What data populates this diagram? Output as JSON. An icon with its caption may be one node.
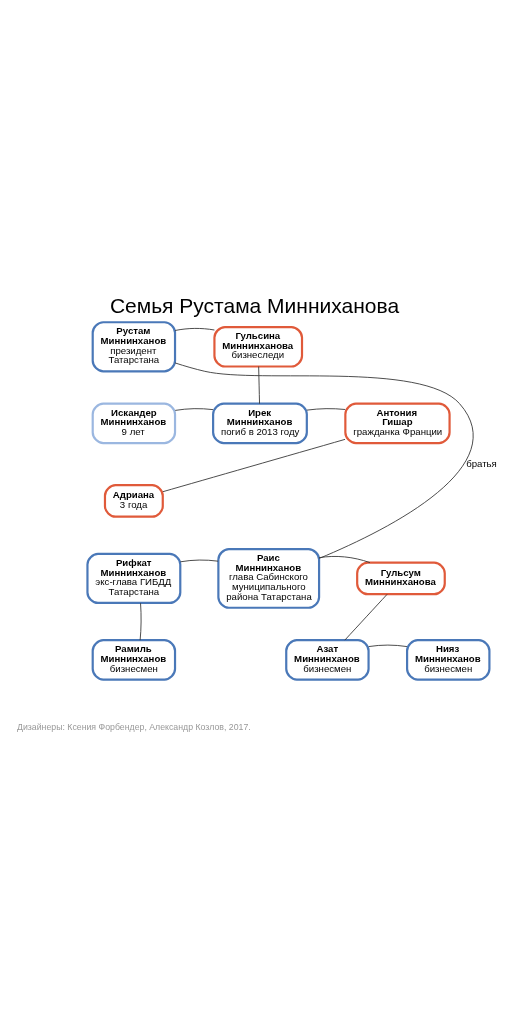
{
  "diagram": {
    "title": "Семья Рустама Минниханова",
    "nodes": [
      {
        "text": [
          "Рустам Миннинханов",
          "президент Татарстана"
        ]
      },
      {
        "text": [
          "Гульсина Миннинханова",
          "бизнеследи"
        ]
      },
      {
        "text": [
          "Искандер Миннинханов",
          "9 лет"
        ]
      },
      {
        "text": [
          "Ирек Миннинханов",
          "погиб в 2013 году"
        ]
      },
      {
        "text": [
          "Антония Гишар",
          "гражданка Франции"
        ]
      },
      {
        "text": [
          "Адриана",
          "3 года"
        ]
      },
      {
        "text": [
          "Рифкат Миннинханов",
          "экс-глава ГИБДД Татарстана"
        ]
      },
      {
        "text": [
          "Раис Миннинханов",
          "глава Сабинского муниципального района Татарстана"
        ]
      },
      {
        "text": [
          "Гульсум Миннинханова"
        ]
      },
      {
        "text": [
          "Рамиль Миннинханов",
          "бизнесмен"
        ]
      },
      {
        "text": [
          "Азат Миннинханов",
          "бизнесмен"
        ]
      },
      {
        "text": [
          "Нияз Миннинханов",
          "бизнесмен"
        ]
      }
    ],
    "edges": [
      {
        "from": 0,
        "to": 1,
        "arrow": "none"
      },
      {
        "from": 2,
        "to": 3,
        "arrow": "none"
      },
      {
        "from": 1,
        "to": 3,
        "arrow": "none"
      },
      {
        "from": 3,
        "to": 4,
        "arrow": "none"
      },
      {
        "from": 4,
        "to": 5,
        "arrow": "none"
      },
      {
        "from": 0,
        "to": 7,
        "arrow": "none",
        "label": "братья"
      },
      {
        "from": 6,
        "to": 7,
        "arrow": "none"
      },
      {
        "from": 6,
        "to": 9,
        "arrow": "none"
      },
      {
        "from": 7,
        "to": 8,
        "arrow": "none"
      },
      {
        "from": 10,
        "to": 11,
        "arrow": "none"
      },
      {
        "from": 8,
        "to": 10,
        "arrow": "none"
      }
    ],
    "labels": [
      "Дизайнеры: Ксения Форбендер, Александр Козлов, 2017."
    ]
  }
}
